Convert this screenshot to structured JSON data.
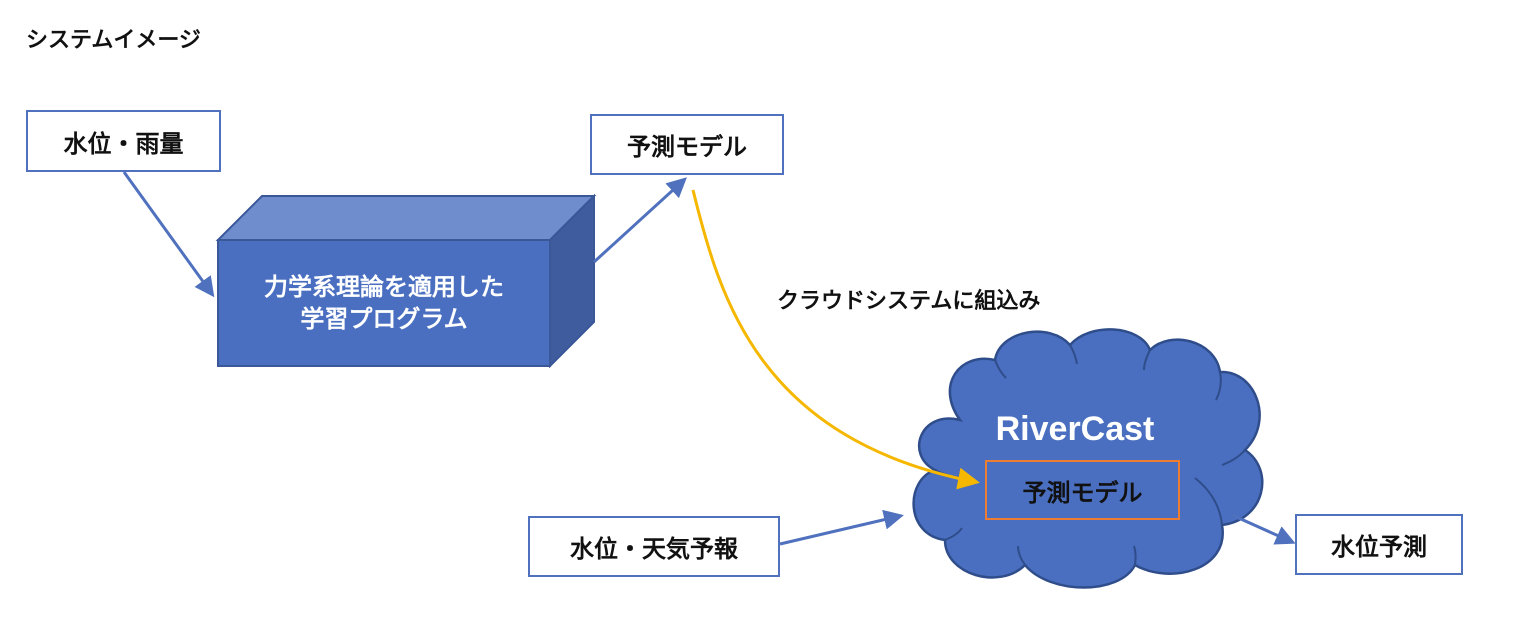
{
  "title": "システムイメージ",
  "nodes": {
    "input_data": "水位・雨量",
    "learning_program": "力学系理論を適用した学習プログラム",
    "learning_program_lines": [
      "力学系理論を適用した",
      "学習プログラム"
    ],
    "prediction_model": "予測モデル",
    "cloud_name": "RiverCast",
    "cloud_model": "予測モデル",
    "forecast_input": "水位・天気予報",
    "output": "水位予測"
  },
  "edges": {
    "integration_label": "クラウドシステムに組込み"
  },
  "colors": {
    "box_border": "#4f71be",
    "cube_front": "#4a6fc0",
    "cube_top": "#6f8dcc",
    "cube_side": "#3f5c9e",
    "cloud_fill": "#4a6fc0",
    "arrow_blue": "#4f71be",
    "arrow_yellow": "#f5b700",
    "inner_border": "#ed7d31"
  }
}
